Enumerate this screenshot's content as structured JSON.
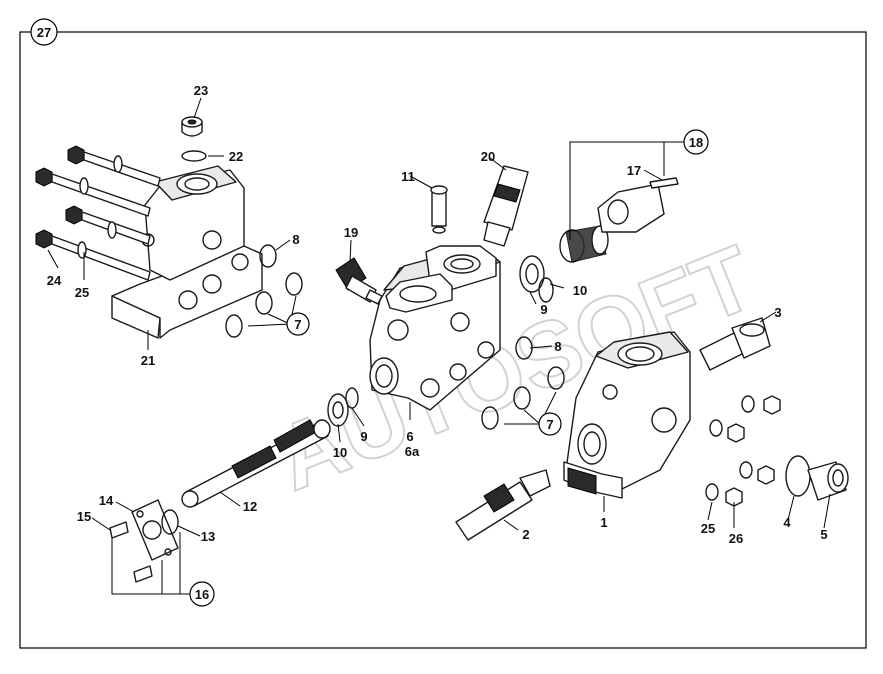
{
  "figure_number": "27",
  "watermark": "AUTOSOFT",
  "callouts": {
    "c1": "1",
    "c2": "2",
    "c3": "3",
    "c4": "4",
    "c5": "5",
    "c6": "6",
    "c6a": "6a",
    "c7a": "7",
    "c7b": "7",
    "c8a": "8",
    "c8b": "8",
    "c9a": "9",
    "c9b": "9",
    "c10a": "10",
    "c10b": "10",
    "c11": "11",
    "c12": "12",
    "c13": "13",
    "c14": "14",
    "c15": "15",
    "c16": "16",
    "c17": "17",
    "c18": "18",
    "c19": "19",
    "c20": "20",
    "c21": "21",
    "c22": "22",
    "c23": "23",
    "c24": "24",
    "c25a": "25",
    "c25b": "25",
    "c26": "26"
  }
}
